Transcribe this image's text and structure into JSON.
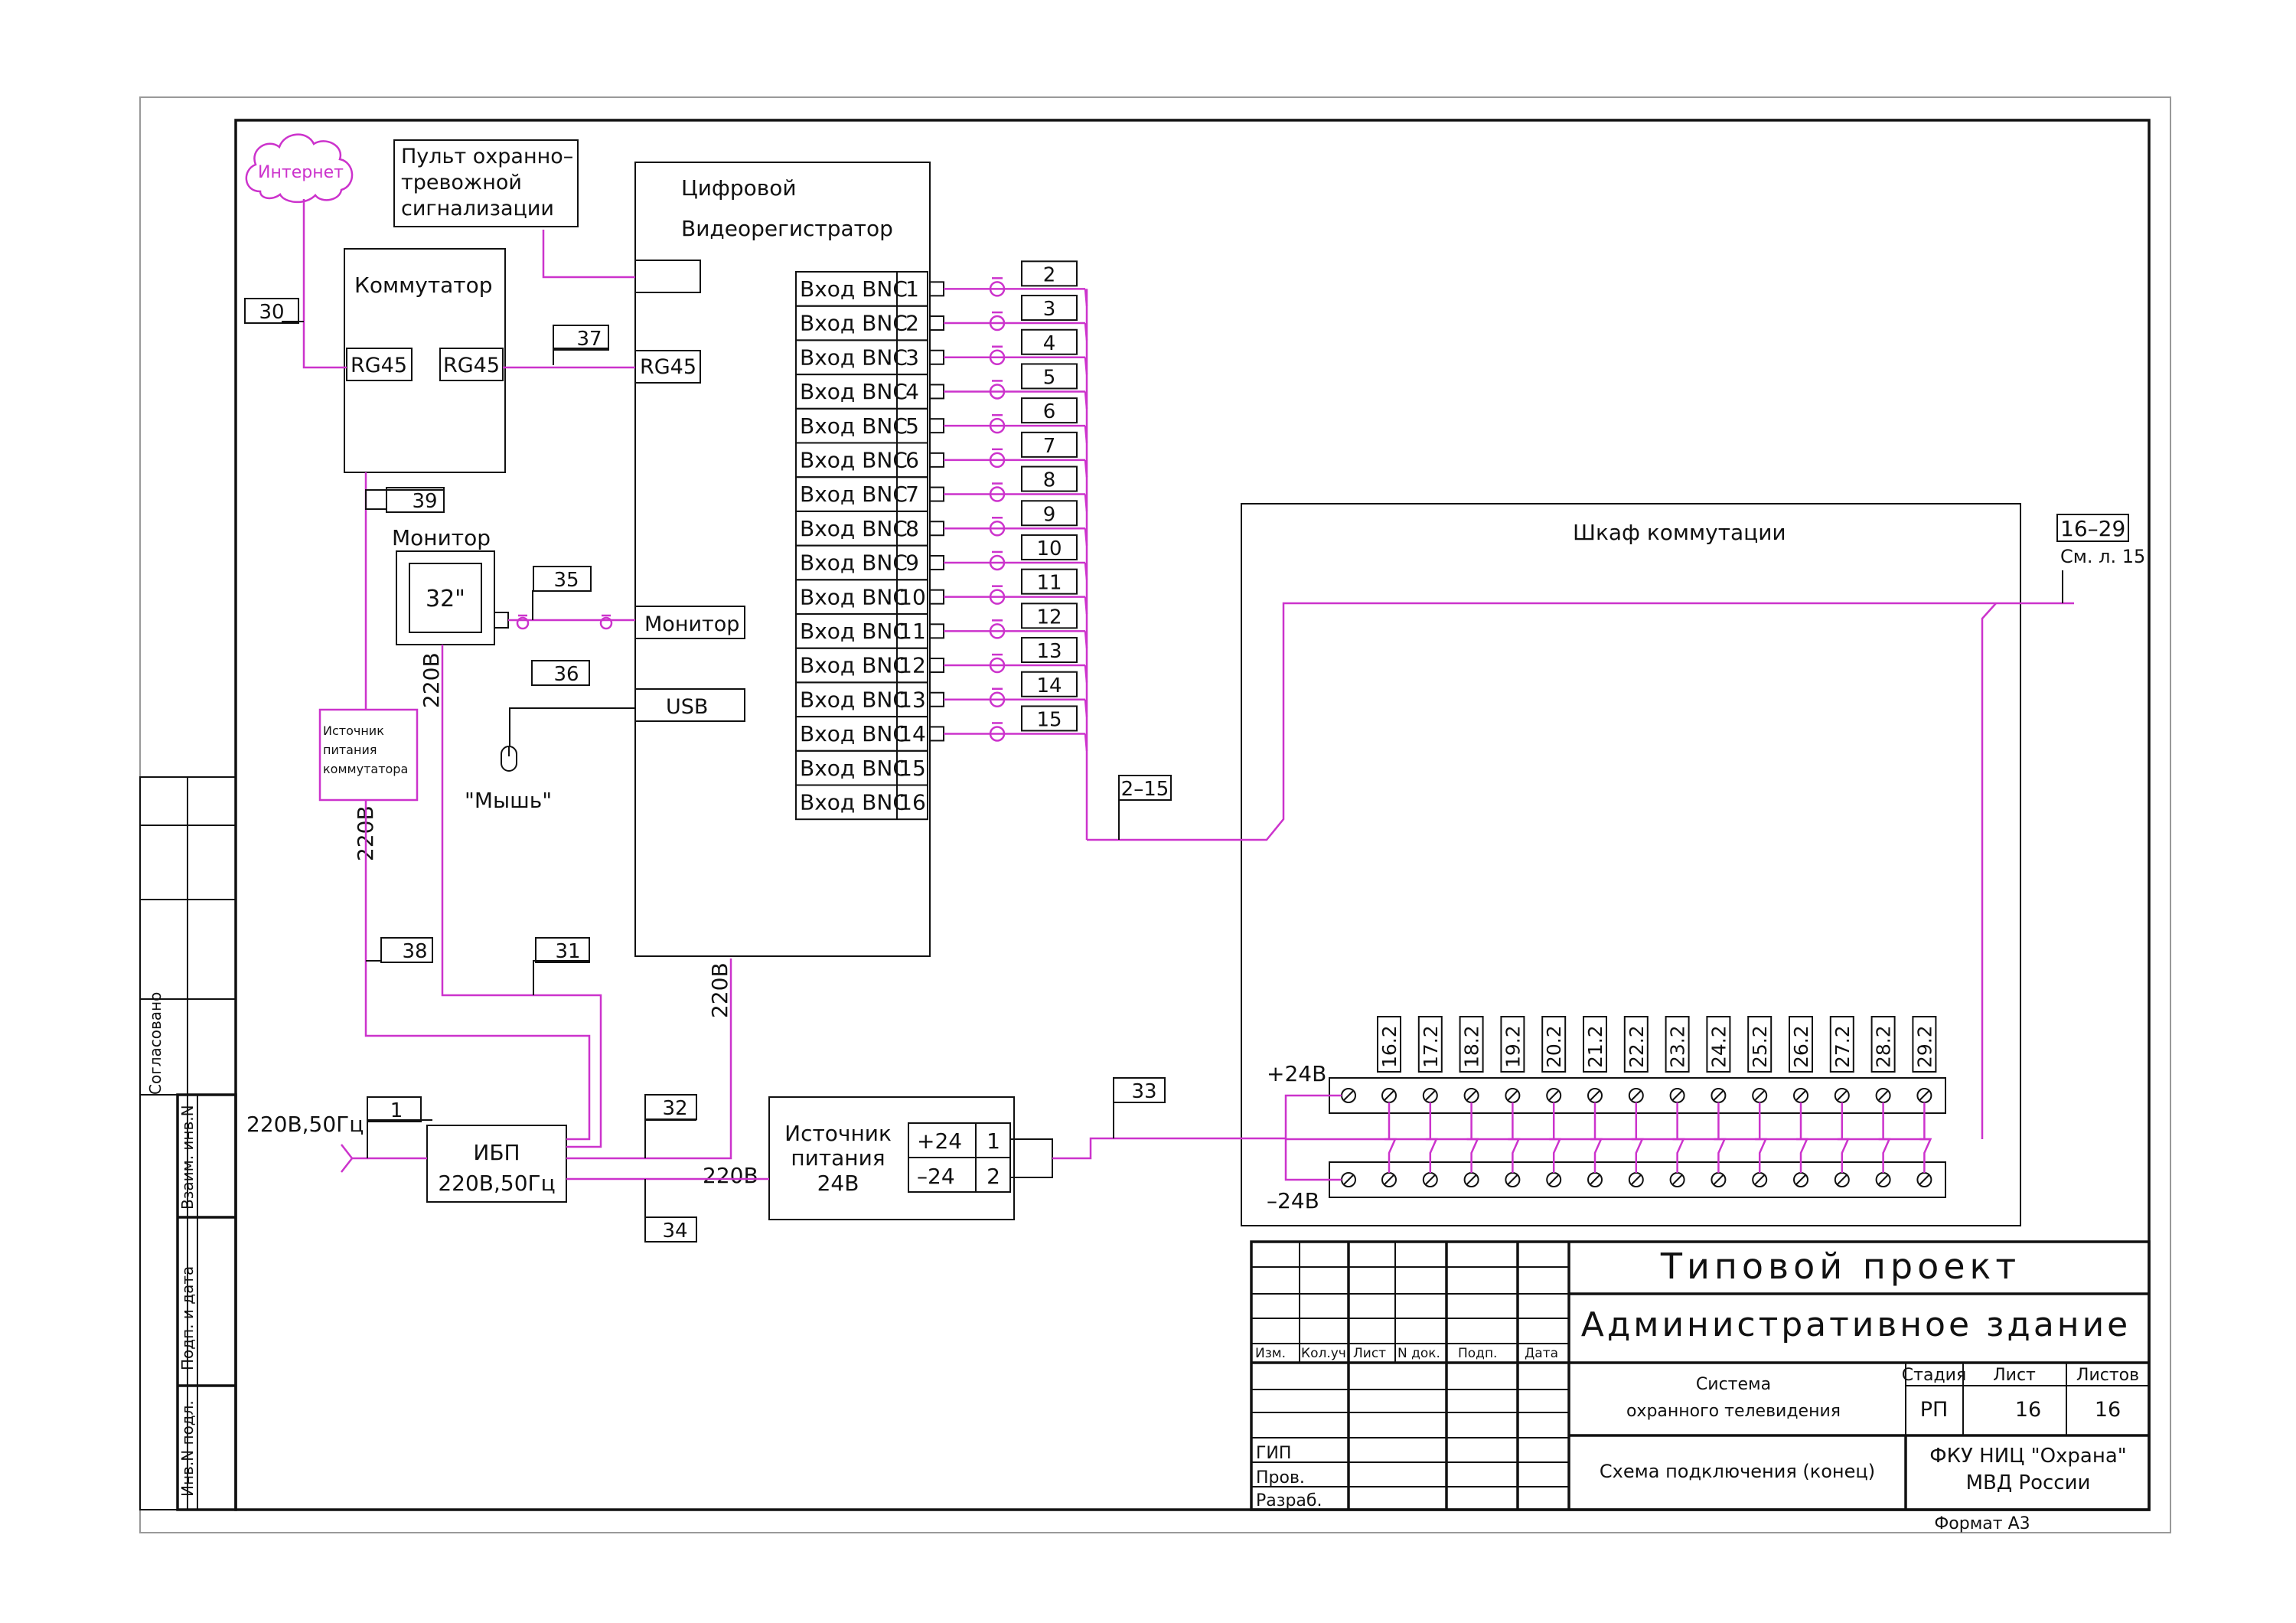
{
  "colors": {
    "line": "#111111",
    "wire": "#cc33cc",
    "background": "#ffffff"
  },
  "internet": {
    "label": "Интернет"
  },
  "alarm_panel": {
    "lines": [
      "Пульт охранно–",
      "тревожной",
      "сигнализации"
    ]
  },
  "switch": {
    "title": "Коммутатор",
    "port1": "RG45",
    "port2": "RG45"
  },
  "dvr": {
    "title_lines": [
      "Цифровой",
      "Видеорегистратор"
    ],
    "port_rj45": "RG45",
    "port_monitor": "Монитор",
    "port_usb": "USB",
    "input_label": "Вход BNC",
    "input_numbers": [
      "1",
      "2",
      "3",
      "4",
      "5",
      "6",
      "7",
      "8",
      "9",
      "10",
      "11",
      "12",
      "13",
      "14",
      "15",
      "16"
    ],
    "power": "220В"
  },
  "monitor": {
    "title": "Монитор",
    "size": "32\"",
    "power": "220В"
  },
  "mouse": {
    "label": "\"Мышь\"",
    "icon": "mouse-icon"
  },
  "switch_psu": {
    "lines": [
      "Источник",
      "питания",
      "коммутатора"
    ],
    "power": "220В"
  },
  "ups": {
    "lines": [
      "ИБП",
      "220В,50Гц"
    ]
  },
  "mains": {
    "label": "220В,50Гц"
  },
  "psu24": {
    "lines": [
      "Источник",
      "питания",
      "24В"
    ],
    "plus": "+24",
    "minus": "–24",
    "pin1": "1",
    "pin2": "2",
    "feed": "220В"
  },
  "cabinet": {
    "title": "Шкаф коммутации",
    "plus_label": "+24В",
    "minus_label": "–24В",
    "terminals": [
      "16.2",
      "17.2",
      "18.2",
      "19.2",
      "20.2",
      "21.2",
      "22.2",
      "23.2",
      "24.2",
      "25.2",
      "26.2",
      "27.2",
      "28.2",
      "29.2"
    ]
  },
  "cable_tags": {
    "t30": "30",
    "t37": "37",
    "t39": "39",
    "t35": "35",
    "t36": "36",
    "t38": "38",
    "t31": "31",
    "t1": "1",
    "t32": "32",
    "t34": "34",
    "t33": "33",
    "bus": "2–15",
    "camera_tags": [
      "2",
      "3",
      "4",
      "5",
      "6",
      "7",
      "8",
      "9",
      "10",
      "11",
      "12",
      "13",
      "14",
      "15"
    ]
  },
  "offsheet": {
    "ref": "16–29",
    "note": "См. л. 15"
  },
  "side_stamp": {
    "agreed": "Согласовано",
    "inv_replace": "Взаим. инв.N",
    "sign_date": "Подп. и дата",
    "inv_orig": "Инв.N подл."
  },
  "title_block": {
    "project": "Типовой проект",
    "building": "Административное здание",
    "cols": [
      "Изм.",
      "Кол.уч.",
      "Лист",
      "N док.",
      "Подп.",
      "Дата"
    ],
    "system_lines": [
      "Система",
      "охранного телевидения"
    ],
    "stage_label": "Стадия",
    "sheet_label": "Лист",
    "sheets_label": "Листов",
    "stage": "РП",
    "sheet": "16",
    "sheets": "16",
    "roles": [
      "ГИП",
      "Пров.",
      "Разраб."
    ],
    "drawing_name": "Схема подключения (конец)",
    "org_lines": [
      "ФКУ НИЦ \"Охрана\"",
      "МВД России"
    ],
    "format": "Формат А3"
  }
}
